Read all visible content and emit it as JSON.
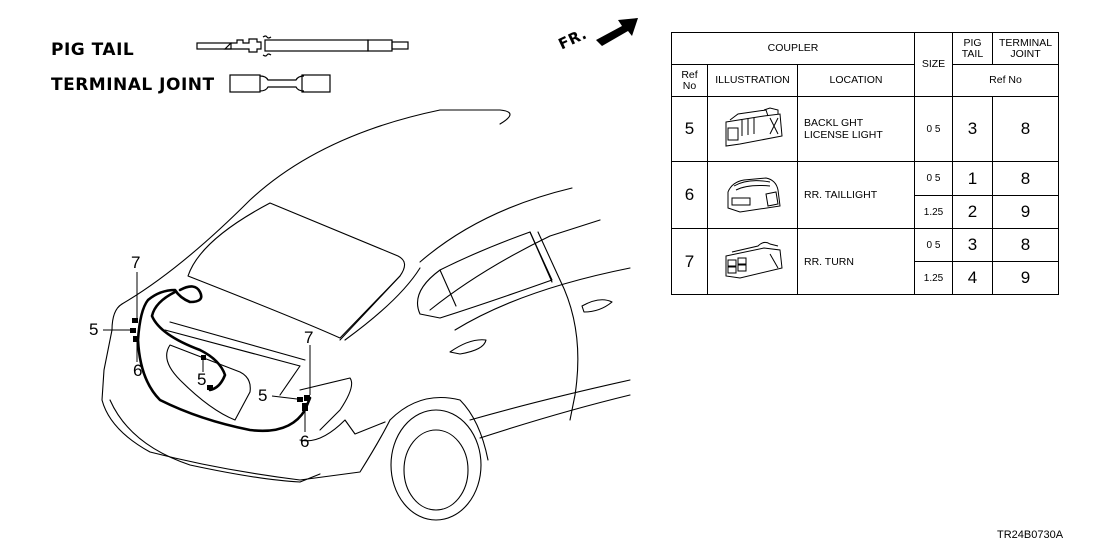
{
  "legend": {
    "pig_tail_label": "PIG TAIL",
    "terminal_joint_label": "TERMINAL JOINT"
  },
  "direction": {
    "label": "FR.",
    "icon": "front-arrow-icon"
  },
  "callouts": [
    {
      "id": "left-7",
      "label": "7"
    },
    {
      "id": "left-5",
      "label": "5"
    },
    {
      "id": "left-6",
      "label": "6"
    },
    {
      "id": "center-5",
      "label": "5"
    },
    {
      "id": "right-7",
      "label": "7"
    },
    {
      "id": "right-5",
      "label": "5"
    },
    {
      "id": "right-6",
      "label": "6"
    }
  ],
  "table": {
    "header": {
      "coupler": "COUPLER",
      "ref_no": "Ref No",
      "illustration": "ILLUSTRATION",
      "location": "LOCATION",
      "size": "SIZE",
      "pig_tail": "PIG TAIL",
      "terminal_joint": "TERMINAL JOINT",
      "ref_no_sub": "Ref No"
    },
    "rows": [
      {
        "ref": "5",
        "location": "BACKL GHT LICENSE LIGHT",
        "location_line1": "BACKL GHT",
        "location_line2": "LICENSE LIGHT",
        "sizes": [
          {
            "size": "0 5",
            "pig_tail": "3",
            "terminal_joint": "8"
          }
        ]
      },
      {
        "ref": "6",
        "location": "RR. TAILLIGHT",
        "sizes": [
          {
            "size": "0 5",
            "pig_tail": "1",
            "terminal_joint": "8"
          },
          {
            "size": "1.25",
            "pig_tail": "2",
            "terminal_joint": "9"
          }
        ]
      },
      {
        "ref": "7",
        "location": "RR. TURN",
        "sizes": [
          {
            "size": "0 5",
            "pig_tail": "3",
            "terminal_joint": "8"
          },
          {
            "size": "1.25",
            "pig_tail": "4",
            "terminal_joint": "9"
          }
        ]
      }
    ]
  },
  "part_code": "TR24B0730A"
}
